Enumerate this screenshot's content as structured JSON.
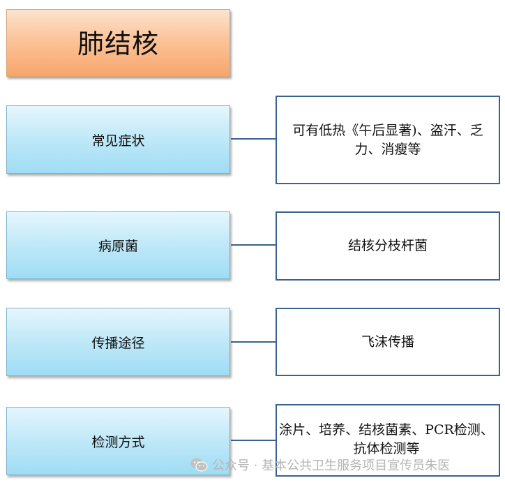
{
  "title": "肺结核",
  "rows": [
    {
      "label": "常见症状",
      "value": "可有低热《午后显著)、盗汗、乏力、消瘦等"
    },
    {
      "label": "病原菌",
      "value": "结核分枝杆菌"
    },
    {
      "label": "传播途径",
      "value": "飞沫传播"
    },
    {
      "label": "检测方式",
      "value": "涂片、培养、结核菌素、PCR检测、抗体检测等"
    }
  ],
  "watermark": {
    "text": "公众号 · 基本公共卫生服务项目宣传员朱医",
    "icon": "wechat-icon"
  },
  "colors": {
    "title_fill": "#f8a56a",
    "label_fill": "#9fdcf4",
    "value_border": "#3b6190"
  }
}
